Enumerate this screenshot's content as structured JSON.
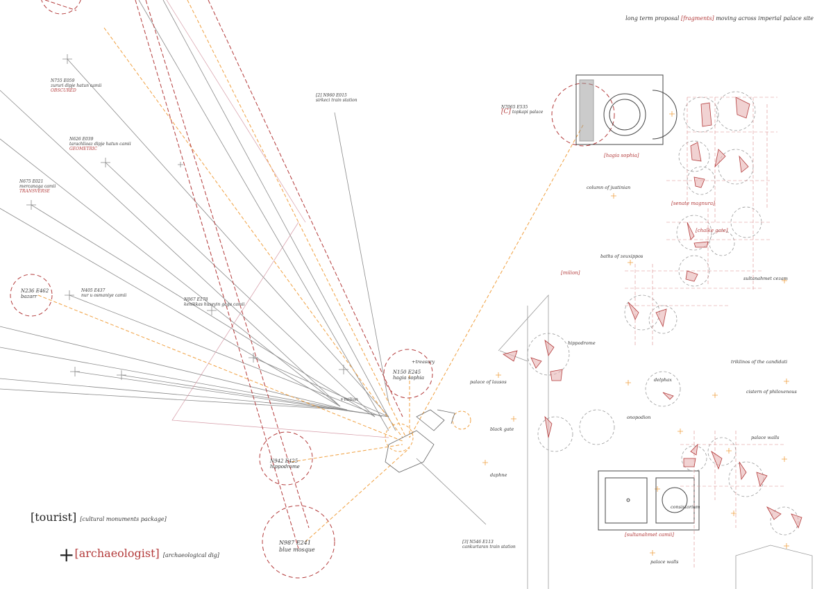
{
  "title": {
    "prefix": "long term proposal ",
    "highlight": "[fragments]",
    "suffix": " moving across imperial palace site"
  },
  "points": [
    {
      "coord": "N755 E059",
      "name": "zururi dipje hatun camii",
      "tag": "OBSCURED"
    },
    {
      "coord": "N626 E039",
      "name": "tarachlioaz dipje hatun camii",
      "tag": "GEOMETRIC"
    },
    {
      "coord": "N675 E021",
      "name": "mercanaga camii",
      "tag": "TRANSVERSE"
    },
    {
      "coord": "N236 E462",
      "name": "bazarr"
    },
    {
      "coord": "N405 E437",
      "name": "nur u osmaniye camii"
    },
    {
      "coord": "N067 E178",
      "name": "kenikkas huseyin gaga camii"
    },
    {
      "coord": "[2] N960 E015",
      "name": "sirkeci train station"
    },
    {
      "coord": "N7065 E535",
      "prefix": "[C]",
      "name": "topkapi palace"
    },
    {
      "coord": "N150 E245",
      "name": "hagia sophia"
    },
    {
      "coord": "N942 E425",
      "name": "hippodrome"
    },
    {
      "coord": "N987 E241",
      "name": "blue mosque"
    },
    {
      "coord": "[3] N546 E113",
      "name": "cankurtaran train station"
    }
  ],
  "markers": {
    "treasury": "+treasury",
    "milion": "+milion"
  },
  "site_labels": [
    "column of justinian",
    "baths of zeuxippos",
    "hippodrome",
    "palace of lausos",
    "black gate",
    "daphne",
    "delphax",
    "onopodion",
    "triklinos of the candidati",
    "cistern of philoxenous",
    "palace walls",
    "sultanahmet cezam",
    "consistorium",
    "palace walls"
  ],
  "red_labels": [
    "[hagia sophia]",
    "[senate magnura]",
    "[chalke gate]",
    "[milion]",
    "[sultanahmet camii]"
  ],
  "legend": {
    "tourist": "[tourist]",
    "tourist_desc": "[cultural monuments package]",
    "archaeologist": "[archaeologist]",
    "archaeologist_desc": "[archaeological dig]"
  },
  "colors": {
    "red": "#b33a3a",
    "orange": "#f0a040",
    "grey": "#777777"
  }
}
